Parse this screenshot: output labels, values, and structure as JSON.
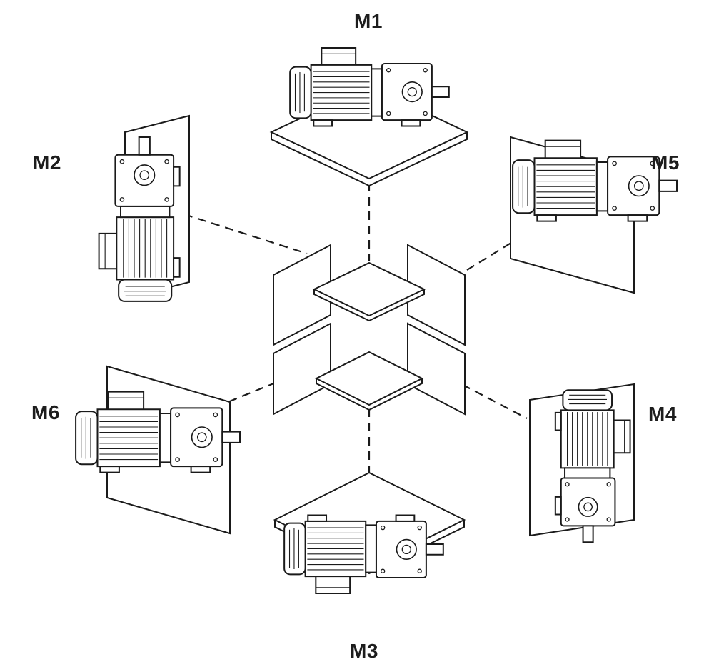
{
  "diagram": {
    "name": "gearmotor-mounting-positions",
    "labels": {
      "m1": "M1",
      "m2": "M2",
      "m3": "M3",
      "m4": "M4",
      "m5": "M5",
      "m6": "M6"
    }
  },
  "colors": {
    "line": "#1a1a1a",
    "label": "#1d1d1d",
    "background": "#ffffff"
  }
}
